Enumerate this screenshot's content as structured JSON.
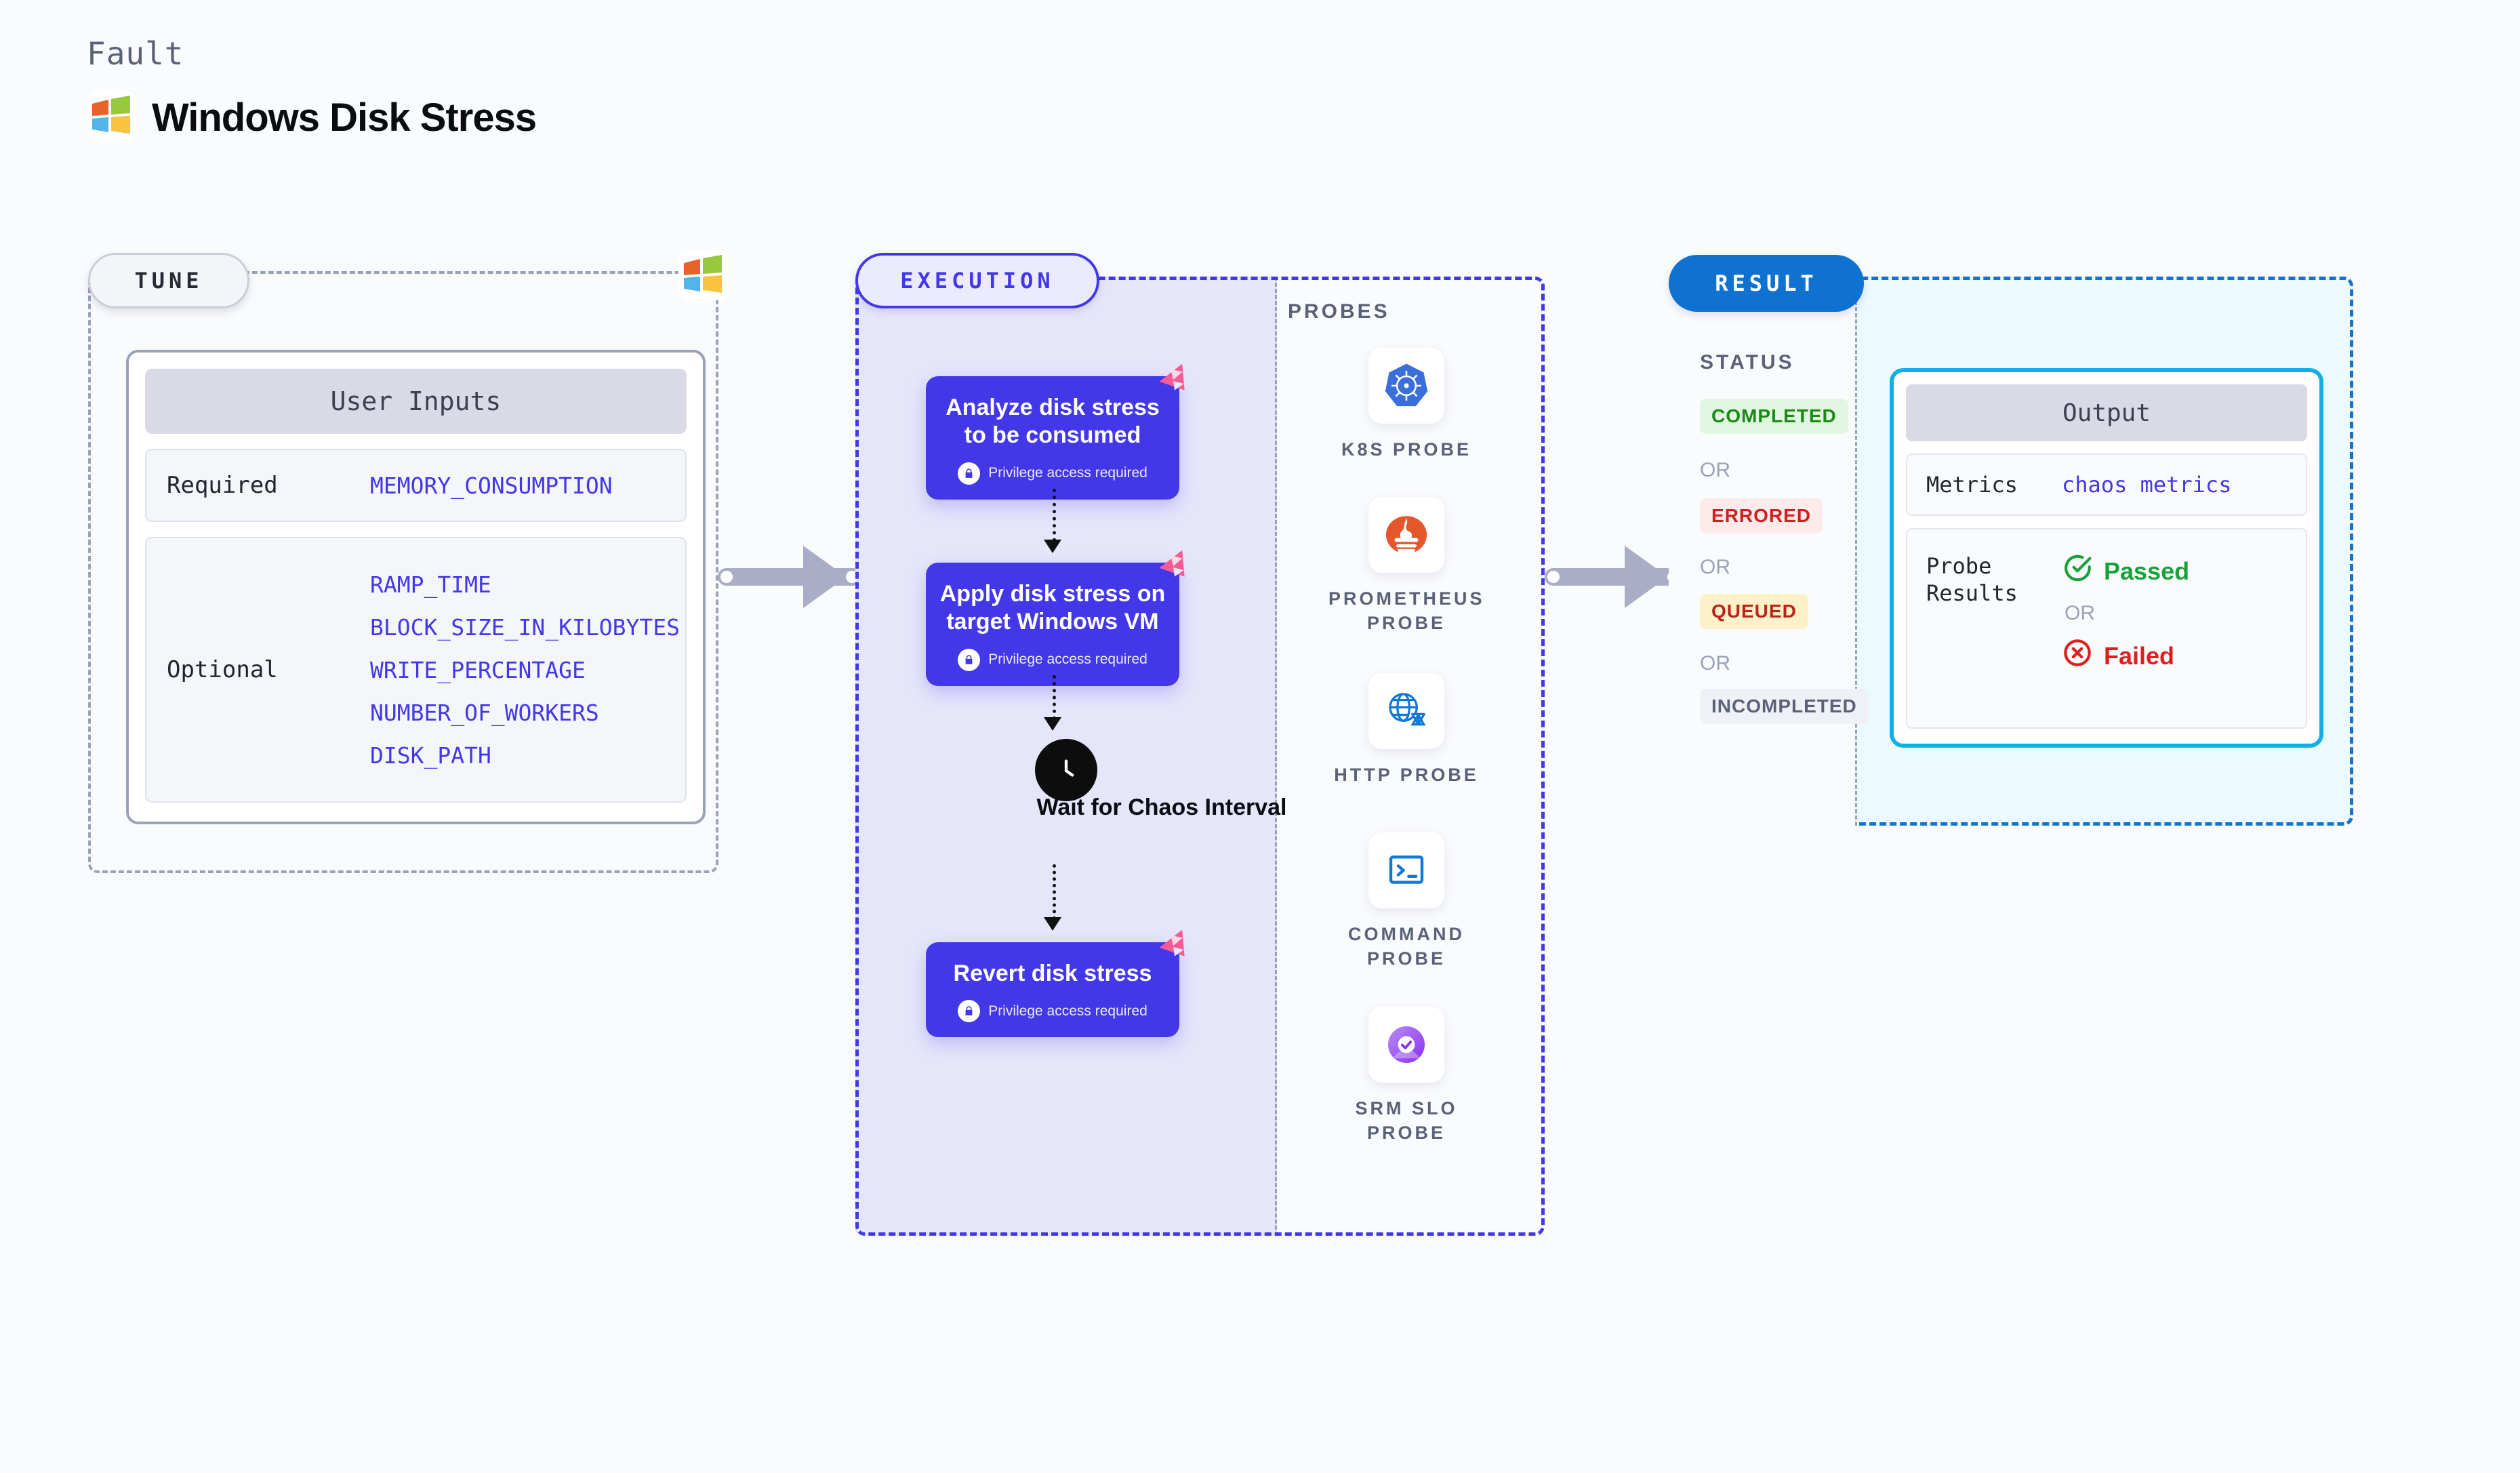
{
  "header": {
    "eyebrow": "Fault",
    "title": "Windows Disk Stress",
    "logo_icon": "windows-logo-icon"
  },
  "tune": {
    "pill_label": "TUNE",
    "card_title": "User Inputs",
    "rows": [
      {
        "label": "Required",
        "values": [
          "MEMORY_CONSUMPTION"
        ]
      },
      {
        "label": "Optional",
        "values": [
          "RAMP_TIME",
          "BLOCK_SIZE_IN_KILOBYTES",
          "WRITE_PERCENTAGE",
          "NUMBER_OF_WORKERS",
          "DISK_PATH"
        ]
      }
    ]
  },
  "execution": {
    "pill_label": "EXECUTION",
    "probes_label": "PROBES",
    "privilege_note": "Privilege access required",
    "steps": [
      {
        "title": "Analyze disk stress to be consumed",
        "privileged": true
      },
      {
        "title": "Apply disk stress on target Windows VM",
        "privileged": true
      },
      {
        "title": "Revert disk stress",
        "privileged": true
      }
    ],
    "wait": {
      "label": "Wait for Chaos Interval",
      "icon": "clock-icon"
    },
    "probes": [
      {
        "name": "K8S PROBE",
        "icon": "kubernetes-icon"
      },
      {
        "name": "PROMETHEUS PROBE",
        "icon": "prometheus-icon"
      },
      {
        "name": "HTTP PROBE",
        "icon": "http-globe-warning-icon"
      },
      {
        "name": "COMMAND PROBE",
        "icon": "terminal-icon"
      },
      {
        "name": "SRM SLO PROBE",
        "icon": "srm-slo-icon"
      }
    ]
  },
  "result": {
    "pill_label": "RESULT",
    "status_label": "STATUS",
    "or_label": "OR",
    "statuses": [
      {
        "label": "COMPLETED",
        "bg": "#e2f7e1",
        "fg": "#1a8a15"
      },
      {
        "label": "ERRORED",
        "bg": "#fdeaea",
        "fg": "#cf2020"
      },
      {
        "label": "QUEUED",
        "bg": "#fdf1c9",
        "fg": "#b9231a"
      },
      {
        "label": "INCOMPLETED",
        "bg": "#f0f1f6",
        "fg": "#5b6176"
      }
    ],
    "output": {
      "title": "Output",
      "metrics_key": "Metrics",
      "metrics_value": "chaos metrics",
      "probe_results_key": "Probe Results",
      "passed_label": "Passed",
      "failed_label": "Failed",
      "or_label": "OR",
      "passed_icon": "check-circle-icon",
      "failed_icon": "x-circle-icon"
    }
  },
  "colors": {
    "accent_indigo": "#4338e8",
    "accent_blue": "#0f72d1",
    "accent_cyan": "#0fb0e8",
    "chaos_pink": "#f85a96",
    "page_bg": "#fafbfd"
  }
}
